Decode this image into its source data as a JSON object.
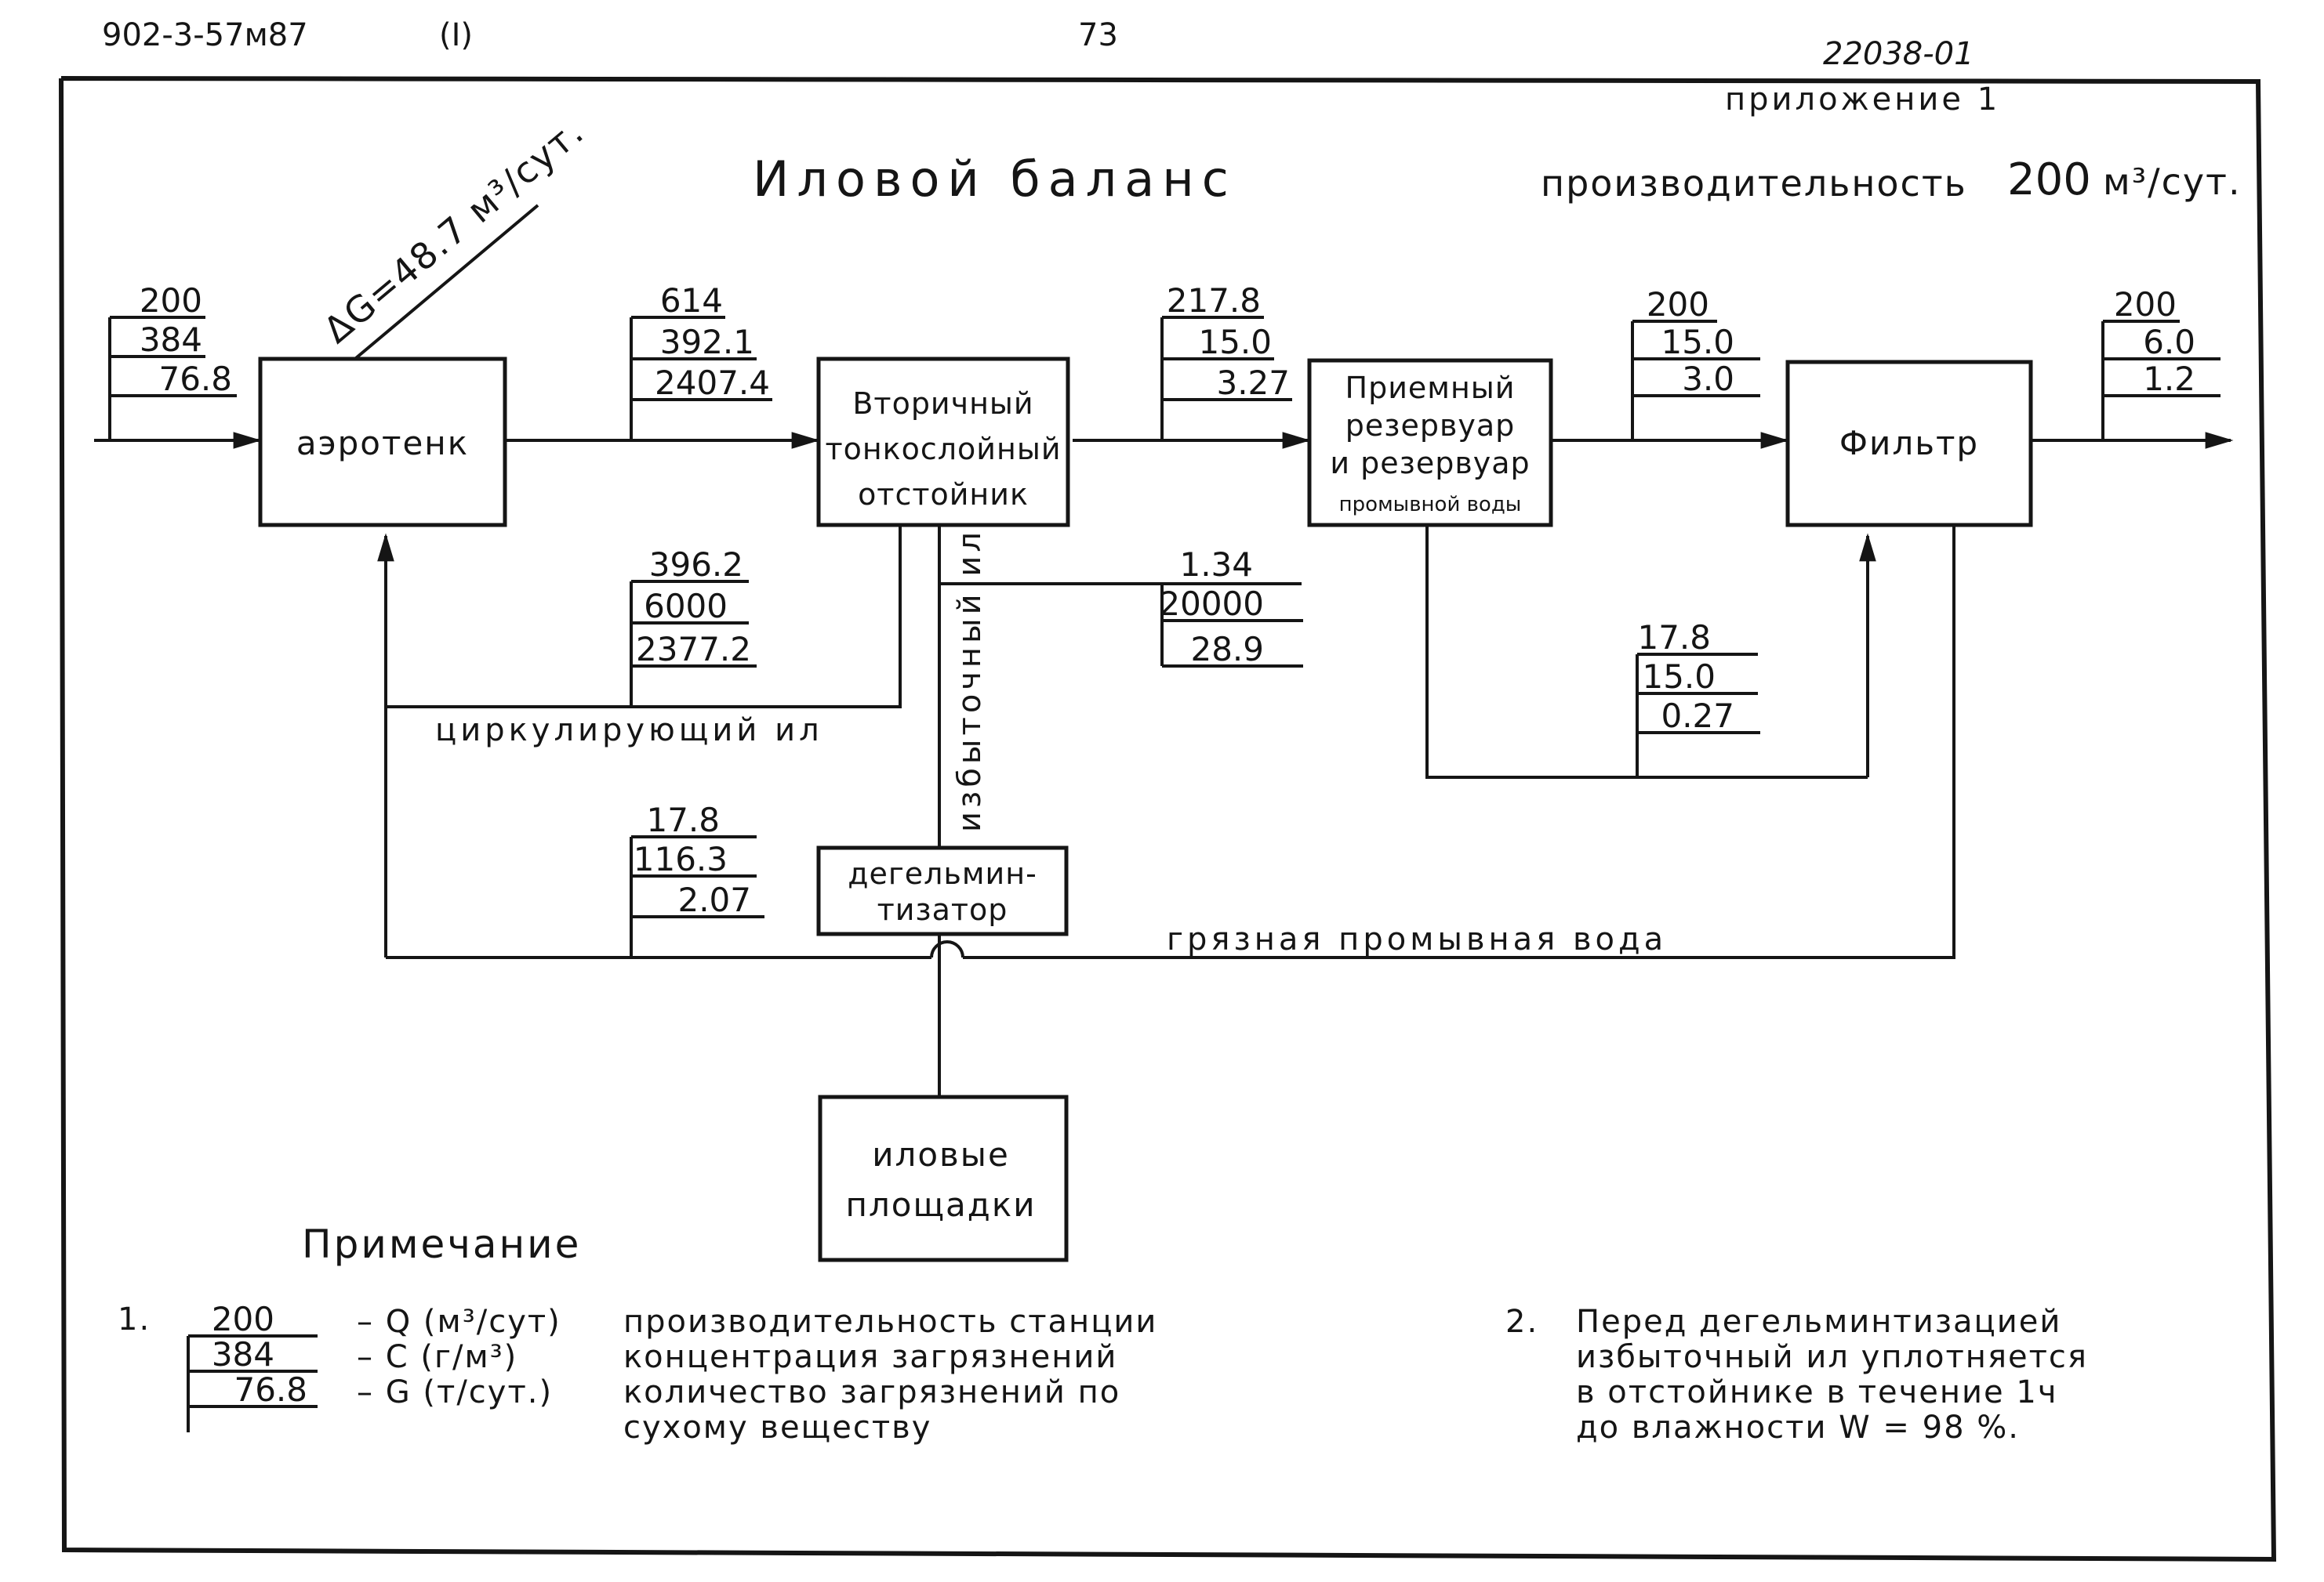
{
  "header": {
    "project_code": "902-3-57м87",
    "volume": "(I)",
    "page_number": "73",
    "sheet_code": "22038-01",
    "appendix": "приложение 1"
  },
  "title": "Иловой баланс",
  "capacity": {
    "label": "производительность",
    "value": "200",
    "unit": "м³/сут."
  },
  "delta_g": "ΔG=48.7 м³/сут.",
  "boxes": {
    "aerotank": [
      "аэротенк"
    ],
    "settler": [
      "Вторичный",
      "тонкослойный",
      "отстойник"
    ],
    "reservoir": [
      "Приемный",
      "резервуар",
      "и резервуар",
      "промывной воды"
    ],
    "filter": [
      "Фильтр"
    ],
    "dehelminth": [
      "дегельмин-",
      "тизатор"
    ],
    "sludge_beds": [
      "иловые",
      "площадки"
    ]
  },
  "data_blocks": {
    "inlet": [
      "200",
      "384",
      "76.8"
    ],
    "aerotank_out": [
      "614",
      "392.1",
      "2407.4"
    ],
    "settler_out": [
      "217.8",
      "15.0",
      "3.27"
    ],
    "reservoir_out": [
      "200",
      "15.0",
      "3.0"
    ],
    "filter_out": [
      "200",
      "6.0",
      "1.2"
    ],
    "circulating": [
      "396.2",
      "6000",
      "2377.2"
    ],
    "excess_sludge": [
      "1.34",
      "20000",
      "28.9"
    ],
    "wash_water": [
      "17.8",
      "15.0",
      "0.27"
    ],
    "dehelminth_in": [
      "17.8",
      "116.3",
      "2.07"
    ]
  },
  "flow_labels": {
    "circulating": "циркулирующий ил",
    "excess": "избыточный ил",
    "dirty_wash": "грязная промывная вода"
  },
  "notes": {
    "title": "Примечание",
    "note1_num": "1.",
    "note1_rows": [
      {
        "value": "200",
        "symbol": "– Q (м³/сут)",
        "text": "производительность станции"
      },
      {
        "value": "384",
        "symbol": "– C (г/м³)",
        "text": "концентрация загрязнений"
      },
      {
        "value": "76.8",
        "symbol": "– G (т/сут.)",
        "text": "количество загрязнений по"
      }
    ],
    "note1_cont": "сухому веществу",
    "note2_num": "2.",
    "note2_lines": [
      "Перед дегельминтизацией",
      "избыточный ил уплотняется",
      "в отстойнике в течение 1ч",
      "до влажности W = 98 %."
    ]
  }
}
